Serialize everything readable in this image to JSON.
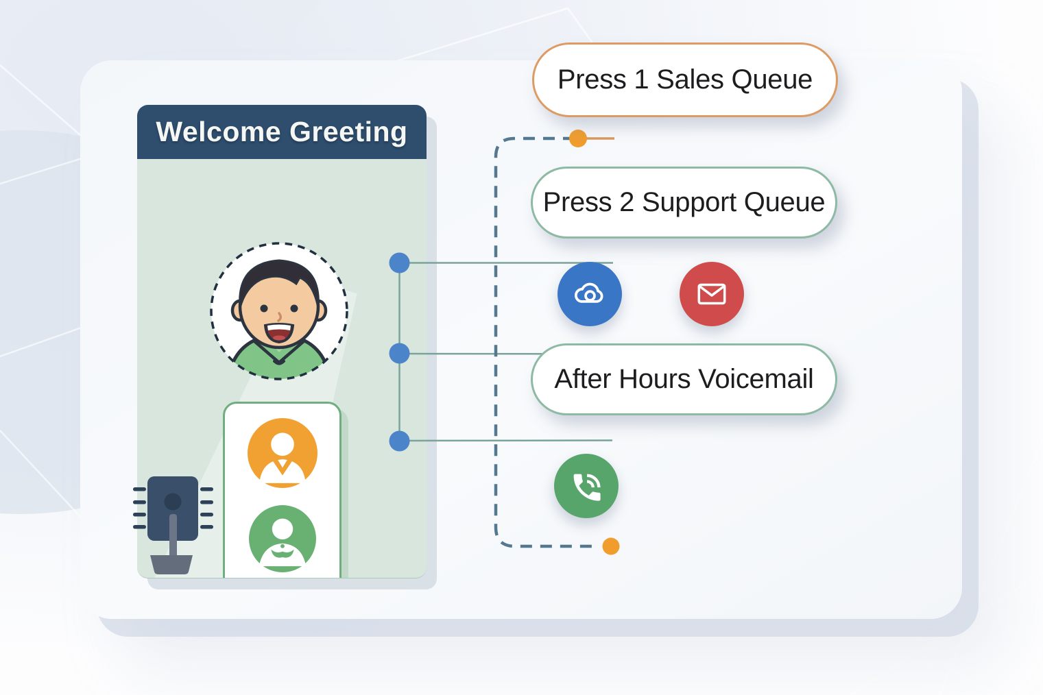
{
  "panel": {
    "title": "Welcome Greeting"
  },
  "nodes": {
    "sales": {
      "label": "Press 1 Sales Queue",
      "border_color": "#dd9b63"
    },
    "support": {
      "label": "Press 2 Support Queue",
      "border_color": "#8ebaa4"
    },
    "voicemail": {
      "label": "After Hours Voicemail",
      "border_color": "#8ebaa4"
    }
  },
  "icons": {
    "caller_avatar": "smiling-person-avatar",
    "agent_primary": "user-orange-icon",
    "agent_secondary": "user-green-icon",
    "speaker": "intercom-speaker-icon",
    "cloud": "cloud-routing-icon",
    "mail": "email-envelope-icon",
    "phone": "phone-call-icon"
  },
  "colors": {
    "header_bg": "#2f4d6d",
    "panel_bg": "#d8e6de",
    "cloud_circle": "#3a76c6",
    "mail_circle": "#d04c4c",
    "phone_circle": "#58a56c",
    "agent_orange": "#f0a132",
    "agent_green": "#69b173",
    "dot_blue": "#4c84c9",
    "dot_orange": "#f09d2e",
    "dashed_line": "#53788f",
    "solid_line": "#7aa49a",
    "card_bg": "#f6f8fb"
  }
}
